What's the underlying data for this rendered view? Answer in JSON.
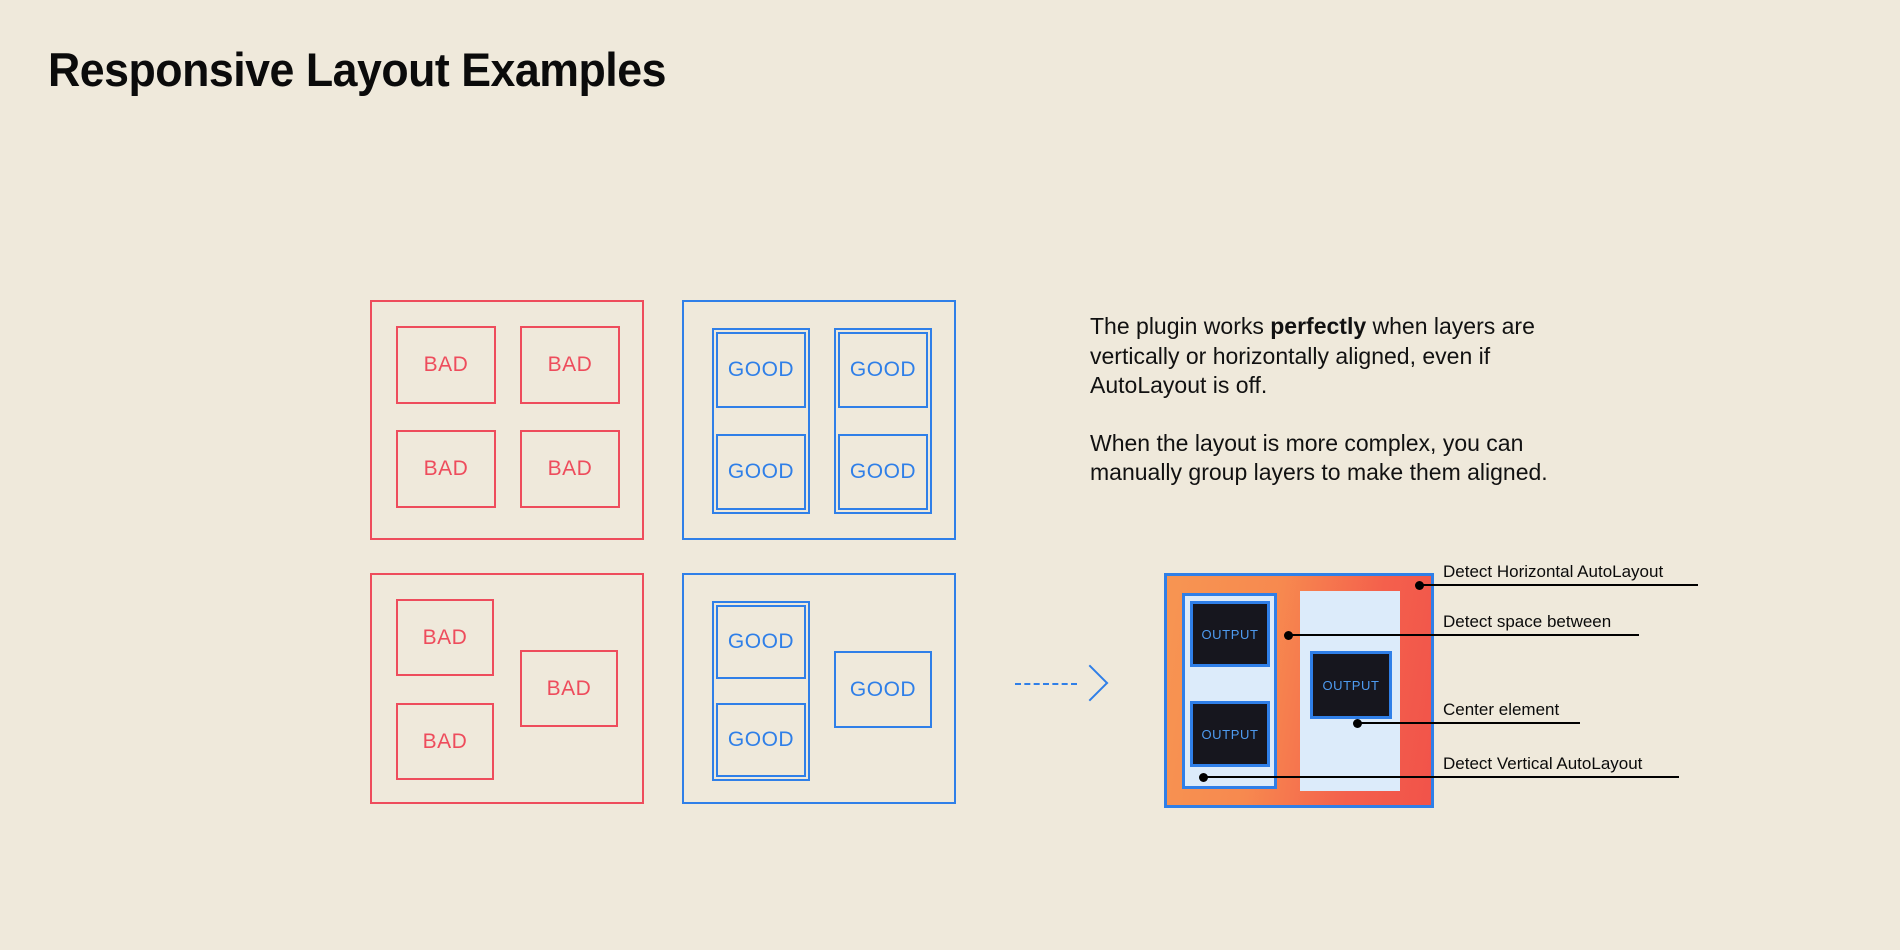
{
  "page": {
    "title": "Responsive Layout Examples",
    "background_color": "#EFE9DB",
    "bad_color": "#EE4C5C",
    "good_color": "#2F7FE8",
    "text_color": "#0B0B0B"
  },
  "examples": {
    "bad_label": "BAD",
    "good_label": "GOOD",
    "panels": [
      {
        "name": "bad-grid-panel",
        "kind": "bad",
        "cells": [
          "BAD",
          "BAD",
          "BAD",
          "BAD"
        ]
      },
      {
        "name": "good-grid-panel",
        "kind": "good",
        "cells": [
          "GOOD",
          "GOOD",
          "GOOD",
          "GOOD"
        ]
      },
      {
        "name": "bad-complex-panel",
        "kind": "bad",
        "cells": [
          "BAD",
          "BAD",
          "BAD"
        ]
      },
      {
        "name": "good-complex-panel",
        "kind": "good",
        "cells": [
          "GOOD",
          "GOOD",
          "GOOD"
        ]
      }
    ]
  },
  "arrow": {
    "icon": "dashed-arrow-right-icon",
    "color": "#2F7FE8"
  },
  "copy": {
    "paragraph1_before": "The plugin works ",
    "paragraph1_bold": "perfectly",
    "paragraph1_after": " when layers are vertically or horizontally aligned, even if AutoLayout is off.",
    "paragraph2": "When the layout is more complex, you can manually group layers to make them aligned."
  },
  "mockup": {
    "frame_gradient_from": "#F79552",
    "frame_gradient_to": "#F1534A",
    "frame_border_color": "#2F7FE8",
    "column_fill": "#DCEBFA",
    "output_fill": "#16161E",
    "output_text_color": "#4E9BF0",
    "output_label": "OUTPUT",
    "outputs": [
      "OUTPUT",
      "OUTPUT",
      "OUTPUT"
    ],
    "callouts": [
      {
        "label": "Detect Horizontal AutoLayout"
      },
      {
        "label": "Detect space between"
      },
      {
        "label": "Center element"
      },
      {
        "label": "Detect Vertical AutoLayout"
      }
    ]
  }
}
